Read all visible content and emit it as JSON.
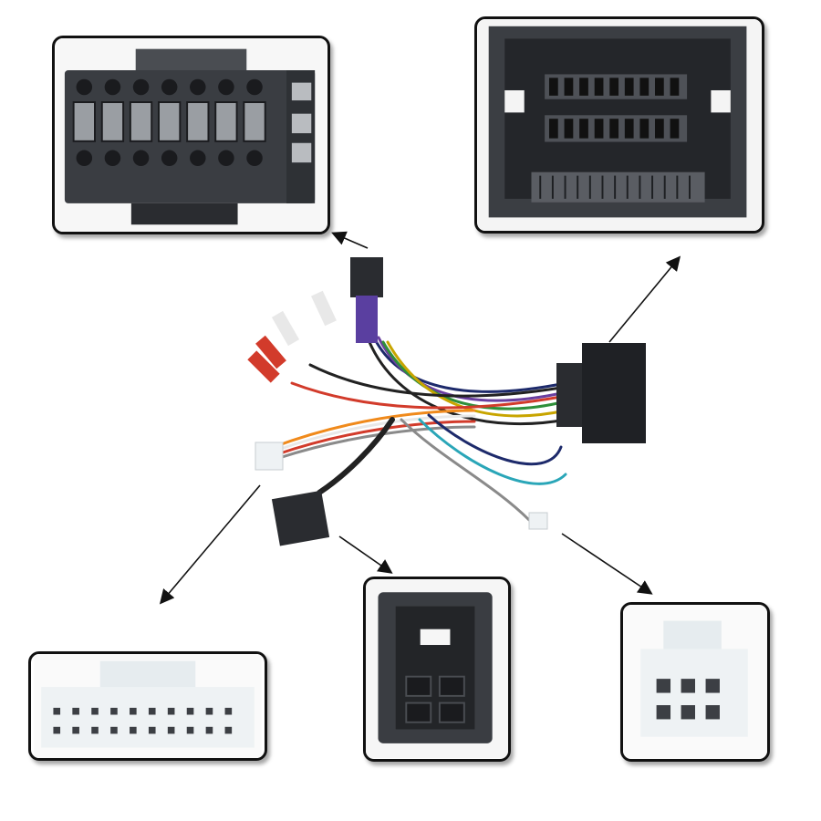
{
  "scene": {
    "background": "#ffffff",
    "connector_dark": "#3a3d42",
    "connector_white": "#eef2f4",
    "wire_colors": [
      "#1d2a6b",
      "#6a3fa0",
      "#2f8f3a",
      "#c8a500",
      "#e8e8e8",
      "#d23b2b",
      "#f08a1c",
      "#222222",
      "#8a8a8a",
      "#2aa6b8"
    ]
  },
  "insets": [
    {
      "name": "black-16-pin-connector",
      "icon": "connector-icon"
    },
    {
      "name": "black-car-side-connector",
      "icon": "connector-icon"
    },
    {
      "name": "white-20-pin-connector",
      "icon": "connector-icon"
    },
    {
      "name": "black-antenna-connector",
      "icon": "connector-icon"
    },
    {
      "name": "white-small-connector",
      "icon": "connector-icon"
    }
  ]
}
